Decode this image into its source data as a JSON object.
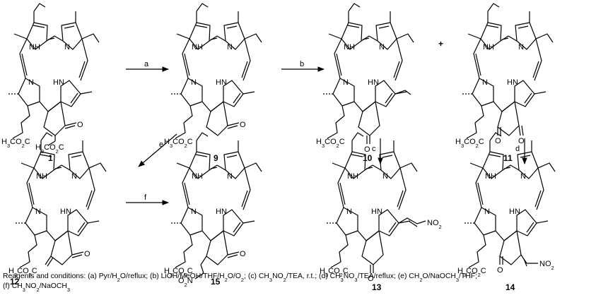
{
  "compounds": [
    {
      "id": "1",
      "number": "1",
      "ester_label": "H3CO2C",
      "ester2_label": "H3CO2C",
      "nitro_label": ""
    },
    {
      "id": "9",
      "number": "9",
      "ester_label": "H3CO2C",
      "ester2_label": "",
      "nitro_label": ""
    },
    {
      "id": "10",
      "number": "10",
      "ester_label": "H3CO2C",
      "ester2_label": "",
      "nitro_label": ""
    },
    {
      "id": "11",
      "number": "11",
      "ester_label": "H3CO2C",
      "ester2_label": "",
      "nitro_label": ""
    },
    {
      "id": "12",
      "number": "12",
      "ester_label": "H3CO2C",
      "ester2_label": "",
      "nitro_label": ""
    },
    {
      "id": "15",
      "number": "15",
      "ester_label": "H3CO2C",
      "ester2_label": "",
      "nitro_label": "O2N"
    },
    {
      "id": "13",
      "number": "13",
      "ester_label": "H3CO2C",
      "ester2_label": "",
      "nitro_label": "NO2"
    },
    {
      "id": "14",
      "number": "14",
      "ester_label": "H3CO2C",
      "ester2_label": "",
      "nitro_label": "NO2"
    }
  ],
  "atoms": {
    "nh": "NH",
    "n": "N",
    "hn": "HN",
    "o": "O"
  },
  "plus_sign": "+",
  "reagent_arrows": [
    {
      "id": "a",
      "label": "a"
    },
    {
      "id": "b",
      "label": "b"
    },
    {
      "id": "c",
      "label": "c"
    },
    {
      "id": "d",
      "label": "d"
    },
    {
      "id": "e",
      "label": "e"
    },
    {
      "id": "f",
      "label": "f"
    }
  ],
  "caption": {
    "line1": "Reagents and conditions: (a) Pyr/H2O/reflux; (b) LiOH/MeOH/THF/H2O/O2; (c) CH3NO2/TEA, r.t.; (d) CH3NO3/TEA/reflux; (e) CH2O/NaOCH3/THF;",
    "line2": "(f) CH3NO2/NaOCH3"
  }
}
